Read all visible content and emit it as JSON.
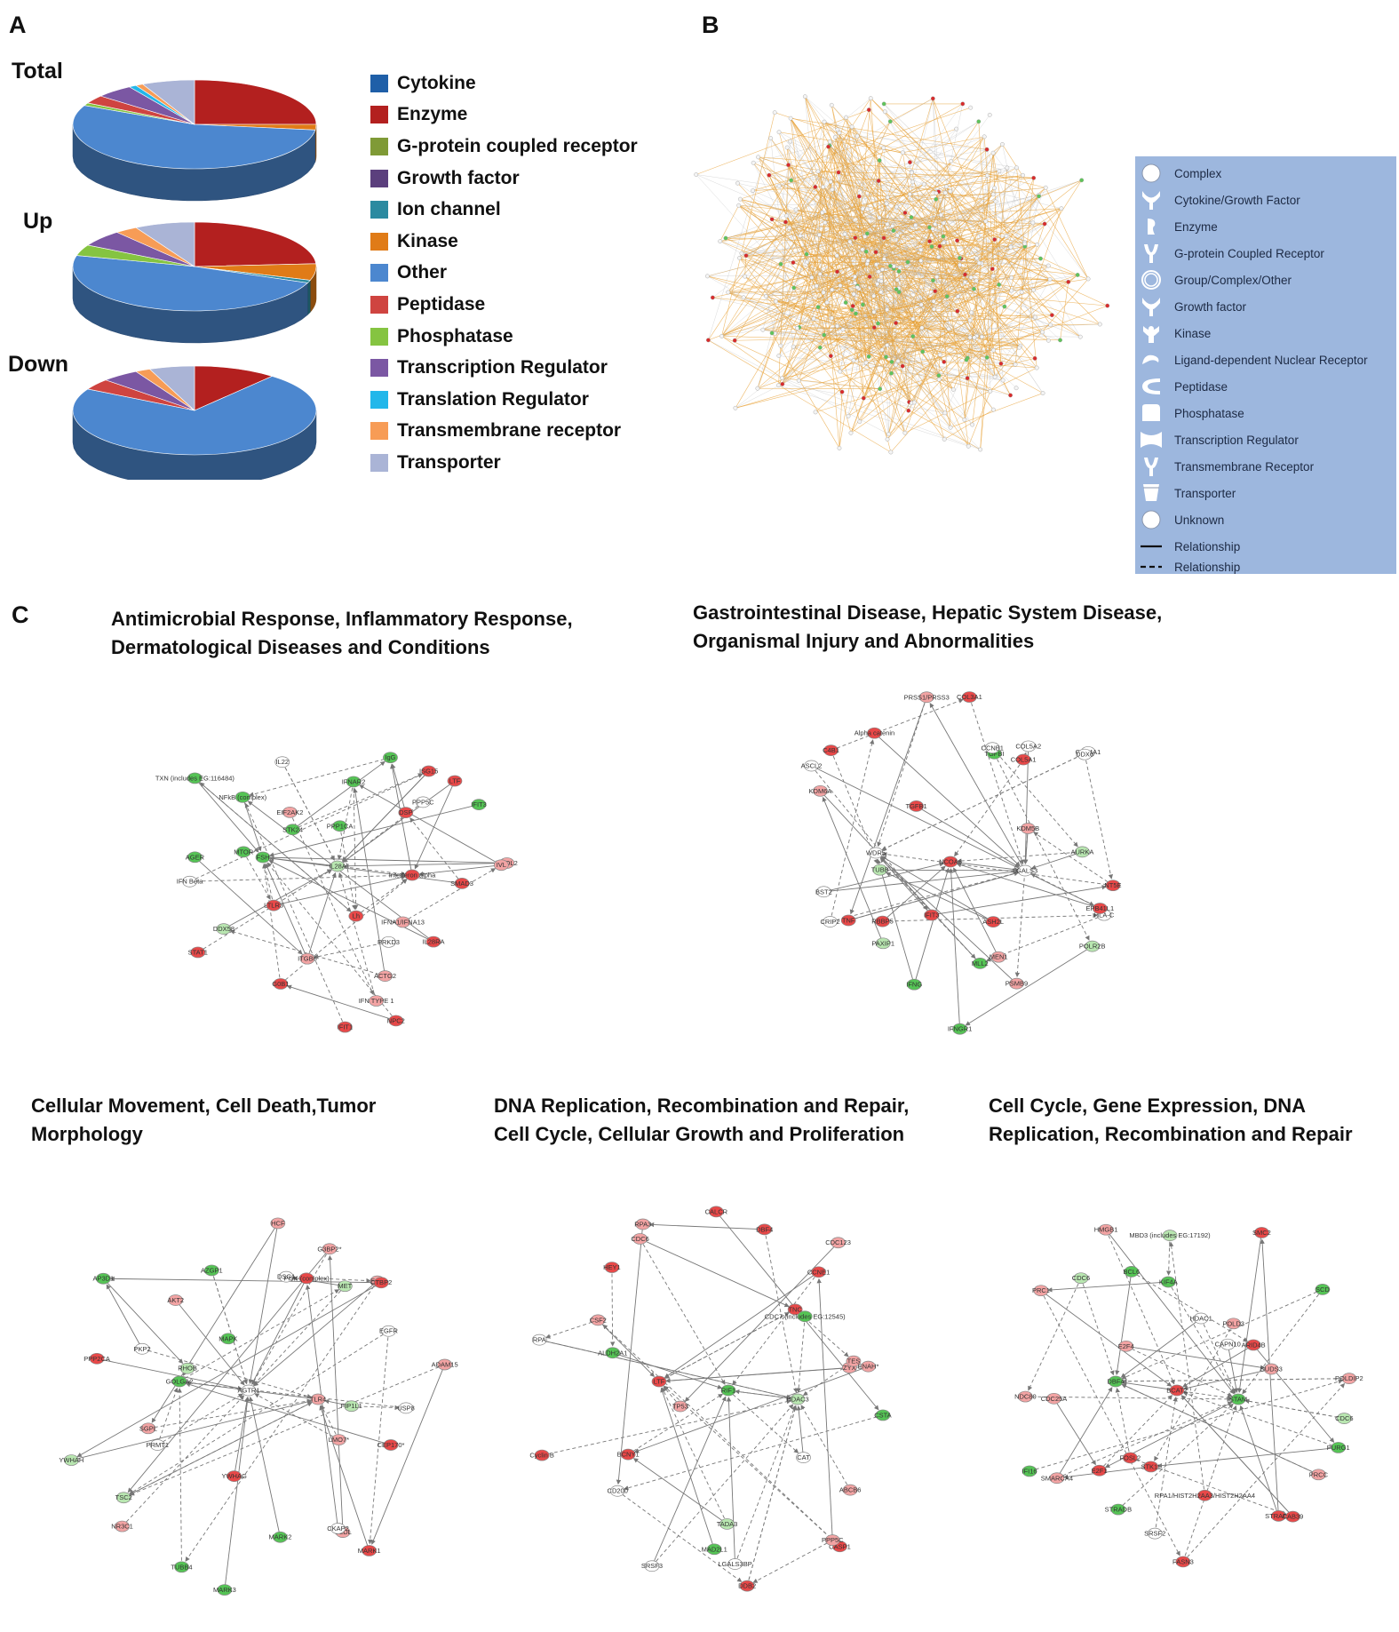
{
  "panel_letters": {
    "a": "A",
    "b": "B",
    "c": "C"
  },
  "panel_a": {
    "pie_labels": [
      "Total",
      "Up",
      "Down"
    ],
    "legend": [
      {
        "label": "Cytokine",
        "color": "#1f5fa8"
      },
      {
        "label": "Enzyme",
        "color": "#b3201f"
      },
      {
        "label": "G-protein coupled receptor",
        "color": "#7f9a36"
      },
      {
        "label": "Growth factor",
        "color": "#5b3f7d"
      },
      {
        "label": "Ion channel",
        "color": "#2b8aa0"
      },
      {
        "label": "Kinase",
        "color": "#e07b17"
      },
      {
        "label": "Other",
        "color": "#4c87cf"
      },
      {
        "label": "Peptidase",
        "color": "#cf4440"
      },
      {
        "label": "Phosphatase",
        "color": "#85c441"
      },
      {
        "label": "Transcription Regulator",
        "color": "#7b57a3"
      },
      {
        "label": "Translation Regulator",
        "color": "#22b7ea"
      },
      {
        "label": "Transmembrane receptor",
        "color": "#f79c56"
      },
      {
        "label": "Transporter",
        "color": "#aab4d6"
      }
    ],
    "pies": [
      {
        "name": "Total",
        "shares": [
          {
            "category": "Enzyme",
            "value": 25
          },
          {
            "category": "Kinase",
            "value": 2
          },
          {
            "category": "Other",
            "value": 55
          },
          {
            "category": "Phosphatase",
            "value": 1
          },
          {
            "category": "Peptidase",
            "value": 3
          },
          {
            "category": "Transcription Regulator",
            "value": 5
          },
          {
            "category": "Translation Regulator",
            "value": 1
          },
          {
            "category": "Transmembrane receptor",
            "value": 1
          },
          {
            "category": "Transporter",
            "value": 7
          }
        ]
      },
      {
        "name": "Up",
        "shares": [
          {
            "category": "Enzyme",
            "value": 24
          },
          {
            "category": "Kinase",
            "value": 6
          },
          {
            "category": "Ion channel",
            "value": 1
          },
          {
            "category": "Other",
            "value": 48
          },
          {
            "category": "Phosphatase",
            "value": 4
          },
          {
            "category": "Transcription Regulator",
            "value": 6
          },
          {
            "category": "Transmembrane receptor",
            "value": 3
          },
          {
            "category": "Transporter",
            "value": 8
          }
        ]
      },
      {
        "name": "Down",
        "shares": [
          {
            "category": "Enzyme",
            "value": 11
          },
          {
            "category": "Other",
            "value": 72
          },
          {
            "category": "Peptidase",
            "value": 4
          },
          {
            "category": "Transcription Regulator",
            "value": 5
          },
          {
            "category": "Transmembrane receptor",
            "value": 2
          },
          {
            "category": "Transporter",
            "value": 6
          }
        ]
      }
    ]
  },
  "panel_b": {
    "legend": [
      {
        "label": "Complex",
        "icon": "circle-icon"
      },
      {
        "label": "Cytokine/Growth Factor",
        "icon": "cytokine-icon"
      },
      {
        "label": "Enzyme",
        "icon": "enzyme-icon"
      },
      {
        "label": "G-protein Coupled Receptor",
        "icon": "gpcr-icon"
      },
      {
        "label": "Group/Complex/Other",
        "icon": "double-circle-icon"
      },
      {
        "label": "Growth factor",
        "icon": "growth-factor-icon"
      },
      {
        "label": "Kinase",
        "icon": "kinase-icon"
      },
      {
        "label": "Ligand-dependent Nuclear Receptor",
        "icon": "nuclear-receptor-icon"
      },
      {
        "label": "Peptidase",
        "icon": "peptidase-icon"
      },
      {
        "label": "Phosphatase",
        "icon": "phosphatase-icon"
      },
      {
        "label": "Transcription Regulator",
        "icon": "transcription-regulator-icon"
      },
      {
        "label": "Transmembrane Receptor",
        "icon": "transmembrane-receptor-icon"
      },
      {
        "label": "Transporter",
        "icon": "transporter-icon"
      },
      {
        "label": "Unknown",
        "icon": "circle-icon"
      },
      {
        "label": "Relationship",
        "icon": "solid-line-icon"
      },
      {
        "label": "Relationship",
        "icon": "dashed-line-icon"
      }
    ]
  },
  "panel_c": {
    "networks": [
      {
        "title": [
          "Antimicrobial Response, Inflammatory Response,",
          "Dermatological Diseases and Conditions"
        ],
        "nodes": [
          "SMAD3",
          "IL28RA",
          "IFNA1/IFNA13",
          "PRKD3",
          "ACTG2",
          "NPC2",
          "Lh",
          "IFN TYPE 1",
          "IFIT1",
          "ITGB6",
          "FSH",
          "G0B1",
          "STAT1",
          "LTLR3",
          "DDX58",
          "IFN Beta",
          "AGER",
          "IL28A",
          "MTOR",
          "NFkB (complex)",
          "TXN (includes EG:116484)",
          "STK24",
          "EIF2AK2",
          "IL22",
          "Interferon alpha",
          "PPP1CA",
          "IgG",
          "IFNAR2",
          "ISG15",
          "LTF",
          "PPP5C",
          "DSP",
          "IFIT3",
          "APOL2",
          "IVL"
        ]
      },
      {
        "title": [
          "Gastrointestinal Disease, Hepatic System Disease,",
          "Organismal Injury and Abnormalities"
        ],
        "nodes": [
          "NT5E",
          "HLA-C",
          "POLR2B",
          "ASH2L",
          "PSMB9",
          "MEN1",
          "MLL2",
          "IFNGR1",
          "IFNG",
          "IFIT3",
          "WDR5",
          "RBBP5",
          "PAXIP1",
          "CRIP2",
          "TNF",
          "BST2",
          "TUBB",
          "NCOA6",
          "KDM6A",
          "C4B1",
          "ASCL2",
          "Alpha catenin",
          "TGFB1",
          "PRSS1/PRSS3",
          "LGALS3",
          "COL3A1",
          "TGFBI",
          "CCNB1",
          "COL5A1",
          "COL5A2",
          "COL4A1",
          "DDX6",
          "KDM5B",
          "AURKA",
          "EPB41L1"
        ]
      },
      {
        "title": [
          "Cellular Movement, Cell Death,Tumor",
          "Morphology"
        ],
        "nodes": [
          "FIP1L1",
          "LMO7*",
          "CEP170*",
          "MARK1",
          "GLDL",
          "CKAP2",
          "MARK2",
          "YWHAG",
          "MARK3",
          "TUBB4",
          "GOLGA2",
          "NR3C1",
          "TSC2",
          "YWHAH",
          "PRMT1",
          "SGPL",
          "PPP2CA",
          "AGTR1",
          "RHOB",
          "PKP2",
          "AP3D1",
          "AKT2",
          "MAPK",
          "AZGP1",
          "TLR4",
          "HCF",
          "DSG1",
          "G3BP2*",
          "PI3K (complex)",
          "MET",
          "EGF",
          "CTBP2",
          "EGFR",
          "ADAM15",
          "USP8"
        ]
      },
      {
        "title": [
          "DNA Replication, Recombination and Repair,",
          "Cell Cycle, Cellular Growth and Proliferation"
        ],
        "nodes": [
          "CSTA",
          "ABCB6",
          "CAT",
          "CASP1",
          "PPP5C",
          "DDB2",
          "LGALS3BP",
          "TADA3",
          "MAD2L1",
          "LTF",
          "SRSF3",
          "CD200",
          "Cyclin B",
          "BCNY1",
          "TP53",
          "RPA",
          "RIF1",
          "ALDH2A1",
          "CSF2",
          "HEY1",
          "CDC6",
          "RPA3",
          "HDAC3",
          "CALCR",
          "DBF4",
          "CCNE1",
          "TNC",
          "CDC123",
          "CDC7 (includes EG:12545)",
          "ZYX",
          "TES",
          "ENAH*"
        ]
      },
      {
        "title": [
          "Cell Cycle, Gene Expression, DNA",
          "Replication, Recombination and Repair"
        ],
        "nodes": [
          "CDC6",
          "PURG1",
          "PRCC",
          "STRADA",
          "CAB39",
          "RPA1/HIST2H2AA3/HIST2H2AA4",
          "FASN3",
          "SRSF2",
          "STK11",
          "STRADB",
          "DBF4",
          "FOSL2",
          "E2F1",
          "SMARCA4",
          "IFI16",
          "NDC80",
          "CDC25A",
          "BCAT2",
          "PRC1",
          "E2F4",
          "CDC6",
          "BCL6",
          "HMGB1",
          "STAM",
          "MBD3 (includes EG:17192)",
          "KIF4A",
          "HDAC1",
          "SMC2",
          "CAPN10",
          "POLD3",
          "SCD",
          "ARID4B",
          "SUDS3",
          "POLDIP2"
        ]
      }
    ]
  }
}
